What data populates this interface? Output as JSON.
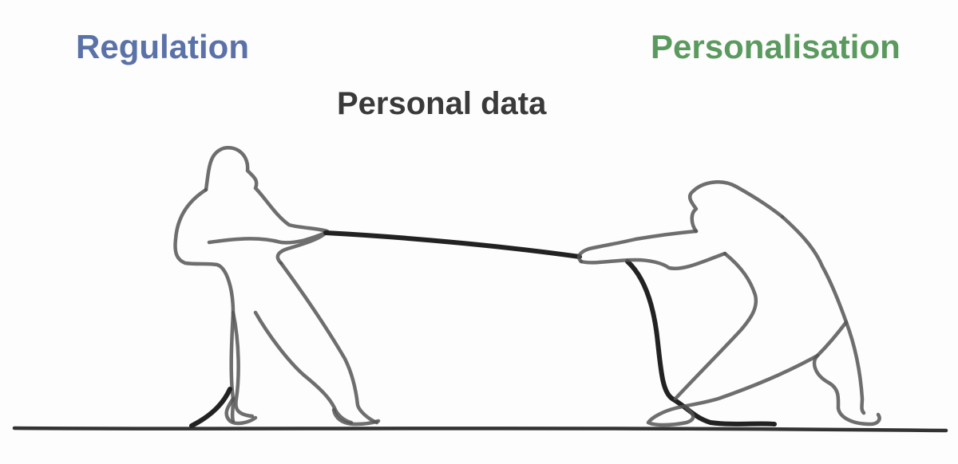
{
  "labels": {
    "left": "Regulation",
    "right": "Personalisation",
    "center": "Personal data"
  },
  "colors": {
    "left": "#5a72a8",
    "right": "#5b9a5e",
    "center": "#3a3a3a"
  }
}
